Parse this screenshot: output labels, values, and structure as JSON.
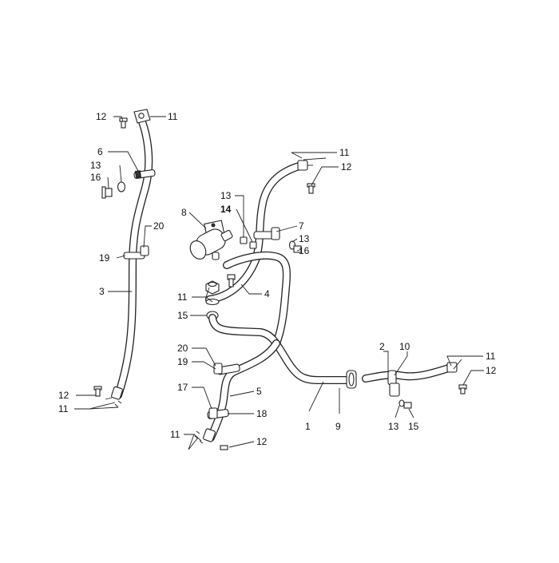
{
  "diagram": {
    "callouts": {
      "c_11_a": "11",
      "c_12_a": "12",
      "c_6": "6",
      "c_13_a": "13",
      "c_16_a": "16",
      "c_20_a": "20",
      "c_19_a": "19",
      "c_3": "3",
      "c_12_b": "12",
      "c_11_b": "11",
      "c_8": "8",
      "c_13_b": "13",
      "c_14": "14",
      "c_11_c": "11",
      "c_12_c": "12",
      "c_7": "7",
      "c_13_c": "13",
      "c_16_b": "16",
      "c_11_d": "11",
      "c_4": "4",
      "c_15_a": "15",
      "c_20_b": "20",
      "c_19_b": "19",
      "c_17": "17",
      "c_5": "5",
      "c_18": "18",
      "c_11_e": "11",
      "c_12_d": "12",
      "c_1": "1",
      "c_9": "9",
      "c_2": "2",
      "c_10": "10",
      "c_11_f": "11",
      "c_12_e": "12",
      "c_13_d": "13",
      "c_15_b": "15"
    }
  }
}
